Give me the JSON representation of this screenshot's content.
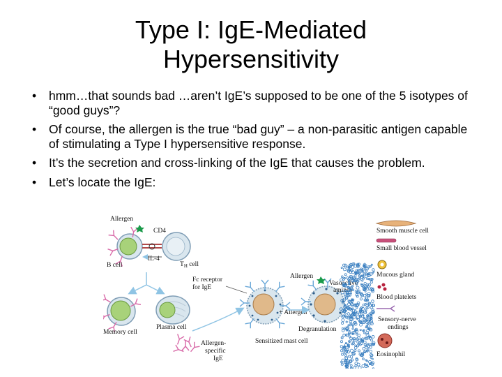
{
  "slide": {
    "title_line1": "Type I:  IgE-Mediated",
    "title_line2": "Hypersensitivity",
    "bullet_char": "•",
    "bullets": [
      "hmm…that sounds bad …aren’t IgE’s supposed to be one of the 5 isotypes of “good guys”?",
      "Of course, the allergen is the true “bad guy” – a non-parasitic antigen capable of stimulating a Type I hypersensitive response.",
      "It’s the secretion and cross-linking of the IgE that causes the problem.",
      "Let’s locate the IgE:"
    ]
  },
  "figure": {
    "labels": {
      "allergen_top": "Allergen",
      "cd4": "CD4",
      "il4": "IL-4",
      "b_cell": "B cell",
      "th_cell_main": "T",
      "th_cell_sub": "H",
      "th_cell_suffix": " cell",
      "memory_cell": "Memory cell",
      "plasma_cell": "Plasma cell",
      "fc_receptor_1": "Fc receptor",
      "fc_receptor_2": "for IgE",
      "allergen_mast": "Allergen",
      "vasoactive_1": "Vasoactive",
      "vasoactive_2": "amines",
      "plus_allergen": "+ Allergen",
      "degranulation": "Degranulation",
      "sensitized_mast_cell": "Sensitized mast cell",
      "allergen_specific_1": "Allergen-",
      "allergen_specific_2": "specific",
      "allergen_specific_3": "IgE"
    },
    "legend": [
      "Smooth muscle cell",
      "Small blood vessel",
      "Mucous gland",
      "Blood platelets",
      "Sensory-nerve",
      "endings",
      "Eosinophil"
    ],
    "colors": {
      "cell_outline": "#7f9db5",
      "cell_fill": "#d9e6ee",
      "nucleus_green": "#a8d27a",
      "nucleus_tan": "#e0b98a",
      "antibody_pink": "#d86aa8",
      "allergen_green": "#1a9a4a",
      "arrow_blue": "#8fc4e4",
      "granule_blue": "#6aa8d8",
      "degran_dot": "#3a7fc0"
    }
  }
}
